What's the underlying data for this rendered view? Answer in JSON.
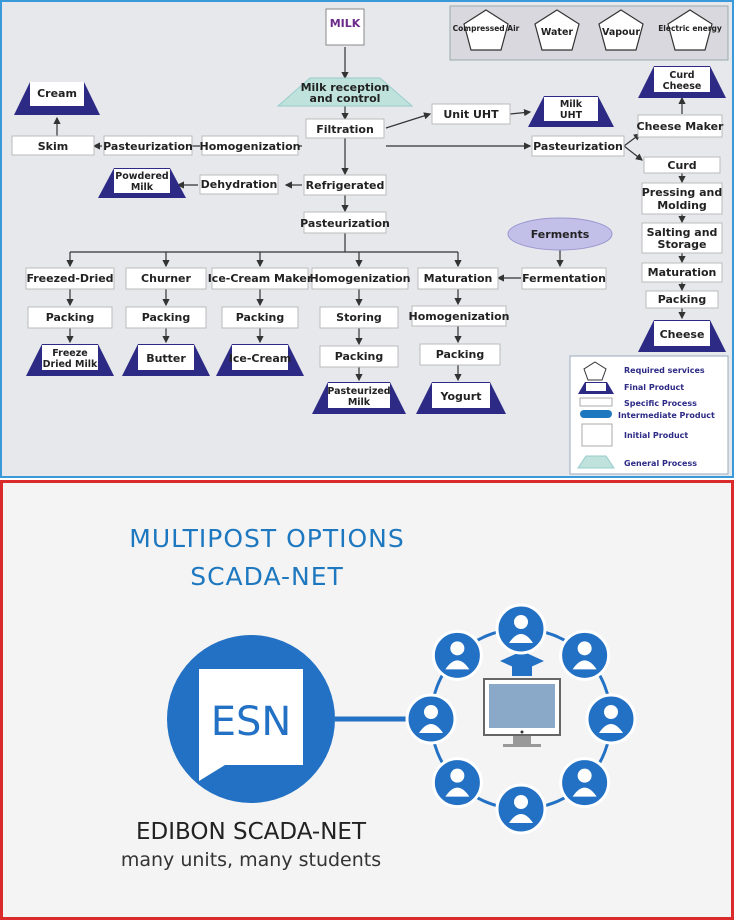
{
  "diagram": {
    "milk": "MILK",
    "services": [
      "Compressed Air",
      "Water",
      "Vapour",
      "Electric energy"
    ],
    "reception": [
      "Milk reception",
      "and control"
    ],
    "filtration": "Filtration",
    "unit_uht": "Unit UHT",
    "milk_uht": [
      "Milk",
      "UHT"
    ],
    "cream": "Cream",
    "skim": "Skim",
    "pasteurization_left": "Pasteurization",
    "homogenization_top": "Homogenization",
    "powdered_milk": [
      "Powdered",
      "Milk"
    ],
    "dehydration": "Dehydration",
    "refrigerated": "Refrigerated",
    "pasteurization_mid": "Pasteurization",
    "pasteurization_right": "Pasteurization",
    "ferments": "Ferments",
    "fermentation": "Fermentation",
    "freezed_dried": "Freezed-Dried",
    "churner": "Churner",
    "ice_cream_maker": "Ice-Cream Maker",
    "homogenization_mid": "Homogenization",
    "maturation_mid": "Maturation",
    "packing": "Packing",
    "storing": "Storing",
    "homogenization_yog": "Homogenization",
    "freeze_dried_milk": [
      "Freeze",
      "Dried Milk"
    ],
    "butter": "Butter",
    "ice_cream": "Ice-Cream",
    "pasteurized_milk": [
      "Pasteurized",
      "Milk"
    ],
    "yogurt": "Yogurt",
    "curd_cheese": [
      "Curd",
      "Cheese"
    ],
    "cheese_maker": "Cheese Maker",
    "curd": "Curd",
    "pressing": [
      "Pressing and",
      "Molding"
    ],
    "salting": [
      "Salting and",
      "Storage"
    ],
    "maturation_right": "Maturation",
    "packing_right": "Packing",
    "cheese": "Cheese",
    "legend": [
      "Required services",
      "Final Product",
      "Specific Process",
      "Intermediate Product",
      "Initial Product",
      "General Process"
    ]
  },
  "promo": {
    "title1": "MULTIPOST OPTIONS",
    "title2": "SCADA-NET",
    "logo": "ESN",
    "brand": "EDIBON SCADA-NET",
    "tagline": "many units, many students"
  },
  "colors": {
    "accent": "#1e78c0",
    "final_product": "#2d2a86",
    "frame_top": "#3a9ad9",
    "frame_bottom": "#d92b2b"
  }
}
